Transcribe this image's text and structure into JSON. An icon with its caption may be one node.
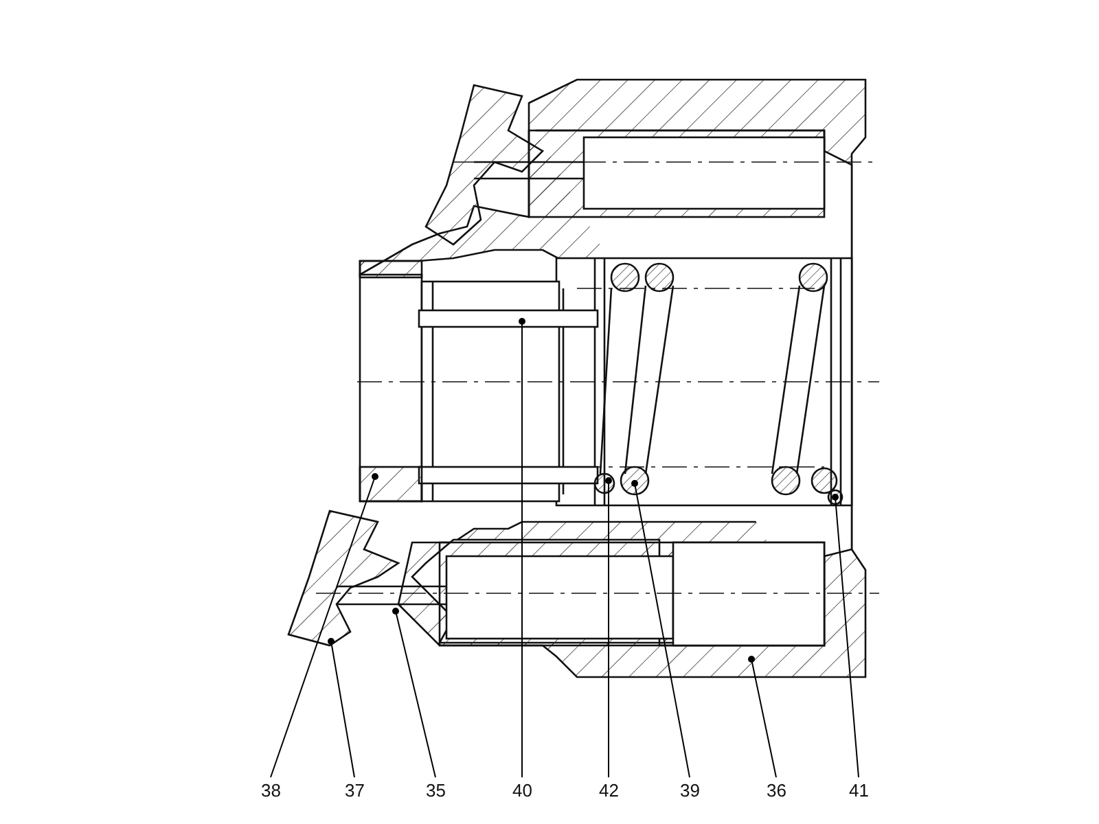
{
  "diagram": {
    "nodes": [
      {
        "text": [
          "38"
        ]
      },
      {
        "text": [
          "37"
        ]
      },
      {
        "text": [
          "35"
        ]
      },
      {
        "text": [
          "40"
        ]
      },
      {
        "text": [
          "42"
        ]
      },
      {
        "text": [
          "39"
        ]
      },
      {
        "text": [
          "36"
        ]
      },
      {
        "text": [
          "41"
        ]
      }
    ],
    "edges": [
      {
        "from": 0,
        "to": null,
        "arrow": "other"
      },
      {
        "from": 1,
        "to": null,
        "arrow": "other"
      },
      {
        "from": 2,
        "to": null,
        "arrow": "other"
      },
      {
        "from": 3,
        "to": null,
        "arrow": "other"
      },
      {
        "from": 4,
        "to": null,
        "arrow": "other"
      },
      {
        "from": 5,
        "to": null,
        "arrow": "other"
      },
      {
        "from": 6,
        "to": null,
        "arrow": "other"
      },
      {
        "from": 7,
        "to": null,
        "arrow": "other"
      }
    ]
  }
}
